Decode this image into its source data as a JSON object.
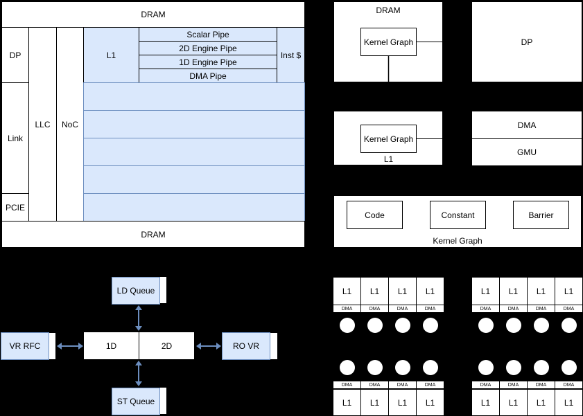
{
  "colors": {
    "background": "#000000",
    "box_fill": "#ffffff",
    "blue_fill": "#dae8fc",
    "blue_border": "#6c8ebf",
    "line": "#000000",
    "arrow": "#6c8ebf"
  },
  "soc": {
    "dram_top": "DRAM",
    "dp": "DP",
    "link": "Link",
    "pcie": "PCIE",
    "llc": "LLC",
    "noc": "NoC",
    "l1": "L1",
    "pipes": [
      "Scalar Pipe",
      "2D Engine Pipe",
      "1D Engine Pipe",
      "DMA Pipe"
    ],
    "inst_cache": "Inst $",
    "dram_bottom": "DRAM"
  },
  "kernel_flow": {
    "dram_title": "DRAM",
    "dram_kernel_graph": "Kernel Graph",
    "dp": "DP",
    "l1_kernel_graph": "Kernel Graph",
    "l1_label": "L1",
    "dma": "DMA",
    "gmu": "GMU",
    "code": "Code",
    "constant": "Constant",
    "barrier": "Barrier",
    "kernel_graph_label": "Kernel Graph"
  },
  "engine": {
    "ld_queue": "LD Queue",
    "st_queue": "ST Queue",
    "vr_rfc": "VR RFC",
    "ro_vr": "RO VR",
    "pipe_1d": "1D",
    "pipe_2d": "2D"
  },
  "cluster": {
    "l1": "L1",
    "dma": "DMA"
  }
}
